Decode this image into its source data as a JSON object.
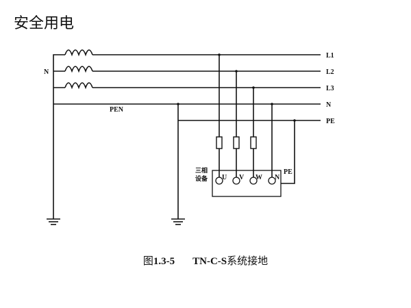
{
  "page_title": "安全用电",
  "diagram": {
    "neutral_point_label": "N",
    "pen_label": "PEN",
    "conductors": [
      "L1",
      "L2",
      "L3",
      "N",
      "PE"
    ],
    "equipment_label_line1": "三相",
    "equipment_label_line2": "设备",
    "terminals": [
      "U",
      "V",
      "W",
      "N"
    ],
    "equipment_pe_label": "PE"
  },
  "caption": {
    "figure_label": "图",
    "figure_number": "1.3-5",
    "system_name": "TN-C-S",
    "title_text": "系统接地"
  }
}
